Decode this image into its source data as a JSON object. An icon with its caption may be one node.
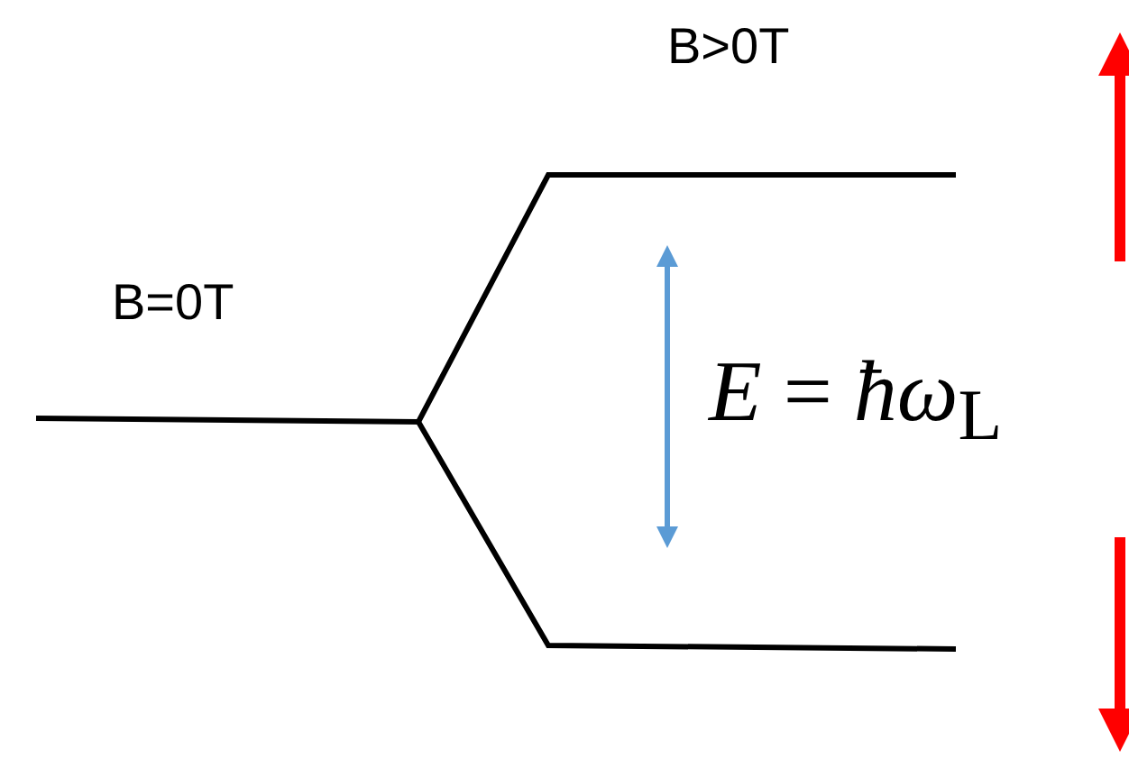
{
  "diagram": {
    "labels": [
      "B>0T",
      "B=0T",
      "*E* = *ħω*$_{L}$"
    ]
  }
}
